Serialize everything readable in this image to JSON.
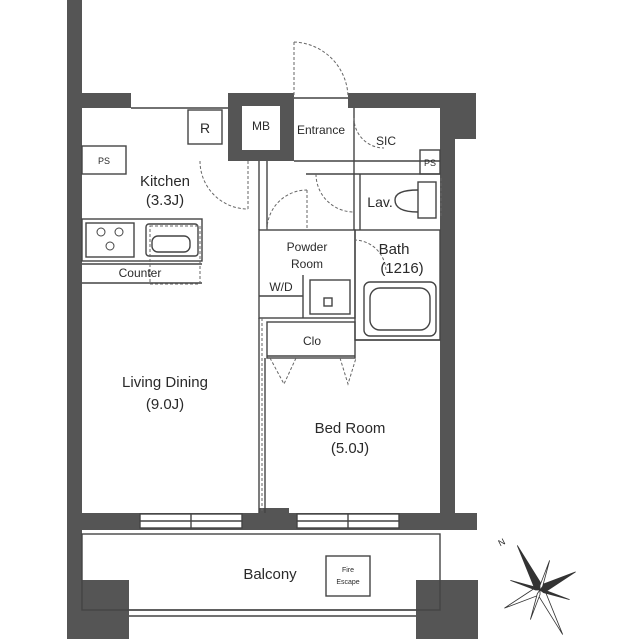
{
  "rooms": {
    "kitchen": {
      "name": "Kitchen",
      "size": "(3.3J)"
    },
    "living_dining": {
      "name": "Living Dining",
      "size": "(9.0J)"
    },
    "bed_room": {
      "name": "Bed Room",
      "size": "(5.0J)"
    },
    "powder_room": {
      "line1": "Powder",
      "line2": "Room"
    },
    "bath": {
      "name": "Bath",
      "size": "(1216)"
    },
    "entrance": "Entrance",
    "balcony": "Balcony"
  },
  "fixtures": {
    "mb": "MB",
    "sic": "SIC",
    "lav": "Lav.",
    "wd": "W/D",
    "clo": "Clo",
    "counter": "Counter",
    "ps_left": "PS",
    "ps_right": "PS",
    "refrigerator": "R",
    "fire_escape_line1": "Fire",
    "fire_escape_line2": "Escape"
  },
  "compass": {
    "north_label": "N"
  },
  "colors": {
    "wall": "#555555",
    "line": "#444444",
    "dashed": "#666666"
  }
}
